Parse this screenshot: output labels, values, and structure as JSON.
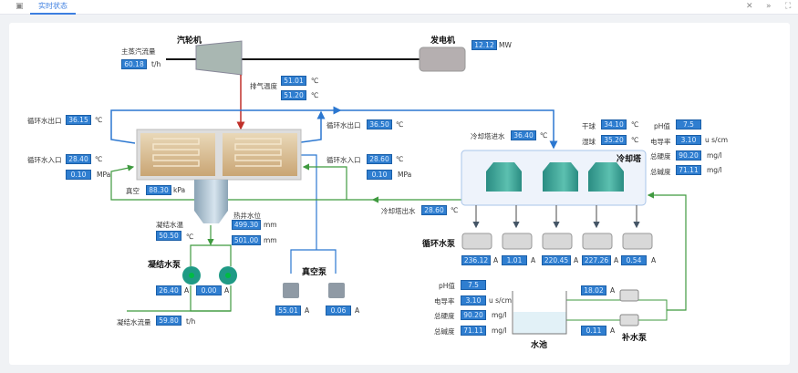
{
  "tabbar": {
    "tab": "实时状态",
    "icons": [
      "screen-icon",
      "close-icon",
      "collapse-icon",
      "fullscreen-icon"
    ]
  },
  "titles": {
    "turbine": "汽轮机",
    "generator": "发电机",
    "cond_pump": "凝结水泵",
    "vacuum_pump": "真空泵",
    "tower": "冷却塔",
    "circ_pump": "循环水泵",
    "pool": "水池",
    "makeup_pump": "补水泵"
  },
  "main_steam": {
    "label": "主蒸汽流量",
    "value": "60.18",
    "unit": "t/h"
  },
  "generator": {
    "value": "12.12",
    "unit": "MW"
  },
  "exhaust": {
    "label": "排气温度",
    "value1": "51.01",
    "value2": "51.20",
    "unit": "℃"
  },
  "left_circ": {
    "out_label": "循环水出口",
    "out_value": "36.15",
    "out_unit": "℃",
    "in_label": "循环水入口",
    "in_value": "28.40",
    "in_unit": "℃",
    "pressure": "0.10",
    "p_unit": "MPa"
  },
  "right_circ": {
    "out_label": "循环水出口",
    "out_value": "36.50",
    "out_unit": "℃",
    "in_label": "循环水入口",
    "in_value": "28.60",
    "in_unit": "℃",
    "pressure": "0.10",
    "p_unit": "MPa"
  },
  "vacuum": {
    "label": "真空",
    "value": "88.30",
    "unit": "kPa"
  },
  "hotwell": {
    "label": "热井水位",
    "value1": "499.30",
    "value2": "501.00",
    "unit": "mm"
  },
  "cond_temp": {
    "label": "凝结水温",
    "value": "50.50",
    "unit": "℃"
  },
  "cond_pumps": [
    {
      "value": "26.40",
      "unit": "A"
    },
    {
      "value": "0.00",
      "unit": "A"
    }
  ],
  "cond_flow": {
    "label": "凝结水流量",
    "value": "59.80",
    "unit": "t/h"
  },
  "vac_pumps": [
    {
      "value": "55.01",
      "unit": "A"
    },
    {
      "value": "0.06",
      "unit": "A"
    }
  ],
  "tower_in": {
    "label": "冷却塔进水",
    "value": "36.40",
    "unit": "℃"
  },
  "tower_out": {
    "label": "冷却塔出水",
    "value": "28.60",
    "unit": "℃"
  },
  "weather": {
    "dry_label": "干球",
    "dry": "34.10",
    "wet_label": "湿球",
    "wet": "35.20",
    "unit": "℃"
  },
  "tower_water": {
    "ph_label": "pH值",
    "ph": "7.5",
    "cond_label": "电导率",
    "cond": "3.10",
    "cond_unit": "u s/cm",
    "hard_label": "总硬度",
    "hard": "90.20",
    "hard_unit": "mg/l",
    "alk_label": "总碱度",
    "alk": "71.11",
    "alk_unit": "mg/l"
  },
  "circ_pumps": [
    {
      "value": "236.12",
      "unit": "A"
    },
    {
      "value": "1.01",
      "unit": "A"
    },
    {
      "value": "220.45",
      "unit": "A"
    },
    {
      "value": "227.26",
      "unit": "A"
    },
    {
      "value": "0.54",
      "unit": "A"
    }
  ],
  "pool_water": {
    "ph_label": "pH值",
    "ph": "7.5",
    "cond_label": "电导率",
    "cond": "3.10",
    "cond_unit": "u s/cm",
    "hard_label": "总硬度",
    "hard": "90.20",
    "hard_unit": "mg/l",
    "alk_label": "总碱度",
    "alk": "71.11",
    "alk_unit": "mg/l"
  },
  "makeup_pumps": [
    {
      "value": "18.02",
      "unit": "A"
    },
    {
      "value": "0.11",
      "unit": "A"
    }
  ],
  "colors": {
    "box": "#2f7ed0",
    "blue_pipe": "#2b77d0",
    "green_pipe": "#3f9a3f",
    "steam_pipe": "#c0302a",
    "accent": "#3c7ee0"
  }
}
